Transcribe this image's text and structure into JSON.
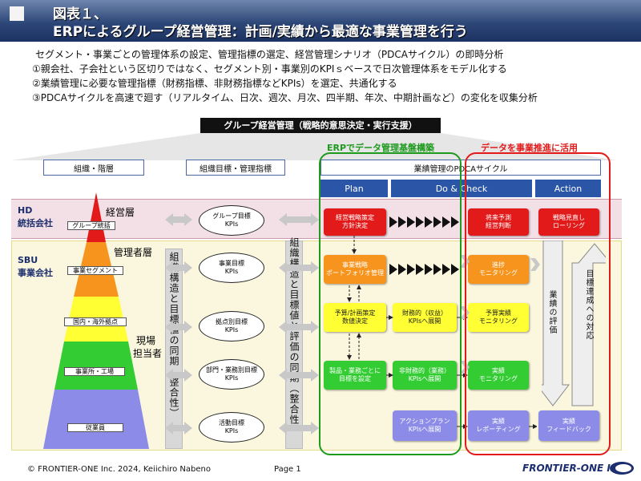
{
  "header": {
    "line1": "図表１、",
    "line2": "ERPによるグループ経営管理：計画/実績から最適な事業管理を行う"
  },
  "intro": [
    "セグメント・事業ごとの管理体系の設定、管理指標の選定、経営管理シナリオ（PDCAサイクル）の即時分析",
    "①親会社、子会社という区切りではなく、セグメント別・事業別のKPIｓベースで日次管理体系をモデル化する",
    "②業績管理に必要な管理指標（財務指標、非財務指標などKPIs）を選定、共通化する",
    "③PDCAサイクルを高速で廻す（リアルタイム、日次、週次、月次、四半期、年次、中期計画など）の変化を収集分析"
  ],
  "banner": "グループ経営管理（戦略的意思決定・実行支援）",
  "erp_label": "ERPでデータ管理基盤構築",
  "use_label": "データを事業推進に活用",
  "columns": {
    "org": "組織・階層",
    "kpi": "組織目標・管理指標",
    "pdca": "業績管理のPDCAサイクル"
  },
  "phases": {
    "plan": "Plan",
    "docheck": "Do & Check",
    "action": "Action"
  },
  "entities": {
    "hd_1": "HD",
    "hd_2": "統括会社",
    "sbu_1": "SBU",
    "sbu_2": "事業会社"
  },
  "tiers": {
    "exec": "経営層",
    "mgr": "管理者層",
    "field_1": "現場",
    "field_2": "担当者"
  },
  "levels": [
    "グループ統括",
    "事業セグメント",
    "国内・海外拠点",
    "事業所・工場",
    "従業員"
  ],
  "kpi_ovals": [
    {
      "l1": "グループ目標",
      "l2": "KPIs"
    },
    {
      "l1": "事業目標",
      "l2": "KPIs"
    },
    {
      "l1": "拠点別目標",
      "l2": "KPIs"
    },
    {
      "l1": "部門・業務別目標",
      "l2": "KPIs"
    },
    {
      "l1": "活動目標",
      "l2": "KPIs"
    }
  ],
  "sync_left": "組織構造と目標値の同期（整合性）",
  "sync_right": "組織構造と目標値と評価の同期（整合性）",
  "plan_boxes": [
    {
      "l1": "経営戦略策定",
      "l2": "方針決定"
    },
    {
      "l1": "事業戦略",
      "l2": "ポートフォリオ管理"
    },
    {
      "l1": "予算/計画策定",
      "l2": "数値決定"
    },
    {
      "l1": "製品・業務ごとに",
      "l2": "目標を設定"
    }
  ],
  "do_boxes": [
    {
      "l1": "財務的（収益）",
      "l2": "KPIsへ展開"
    },
    {
      "l1": "非財務的（業務）",
      "l2": "KPIsへ展開"
    },
    {
      "l1": "アクションプラン",
      "l2": "KPIsへ展開"
    }
  ],
  "check_boxes": [
    {
      "l1": "将来予測",
      "l2": "経営判断"
    },
    {
      "l1": "進捗",
      "l2": "モニタリング"
    },
    {
      "l1": "予算実績",
      "l2": "モニタリング"
    },
    {
      "l1": "実績",
      "l2": "モニタリング"
    },
    {
      "l1": "実績",
      "l2": "レポーティング"
    }
  ],
  "action_boxes": [
    {
      "l1": "戦略見直し",
      "l2": "ローリング"
    },
    {
      "l1": "実績",
      "l2": "フィードバック"
    }
  ],
  "action_arrows": {
    "down": "業績の評価",
    "up": "目標達成への対応"
  },
  "footer": {
    "copyright": "© FRONTIER-ONE Inc. 2024,  Keiichiro Nabeno",
    "page": "Page 1",
    "logo": "FRONTIER-ONE Inc."
  },
  "colors": {
    "header": "#1c3262",
    "plan_blue": "#2b55a6",
    "erp_green": "#1e9a1e",
    "use_red": "#e21a1a",
    "orange": "#f7941d",
    "yellow": "#ffff33",
    "green": "#33cc33",
    "purple": "#8c8ce8"
  }
}
